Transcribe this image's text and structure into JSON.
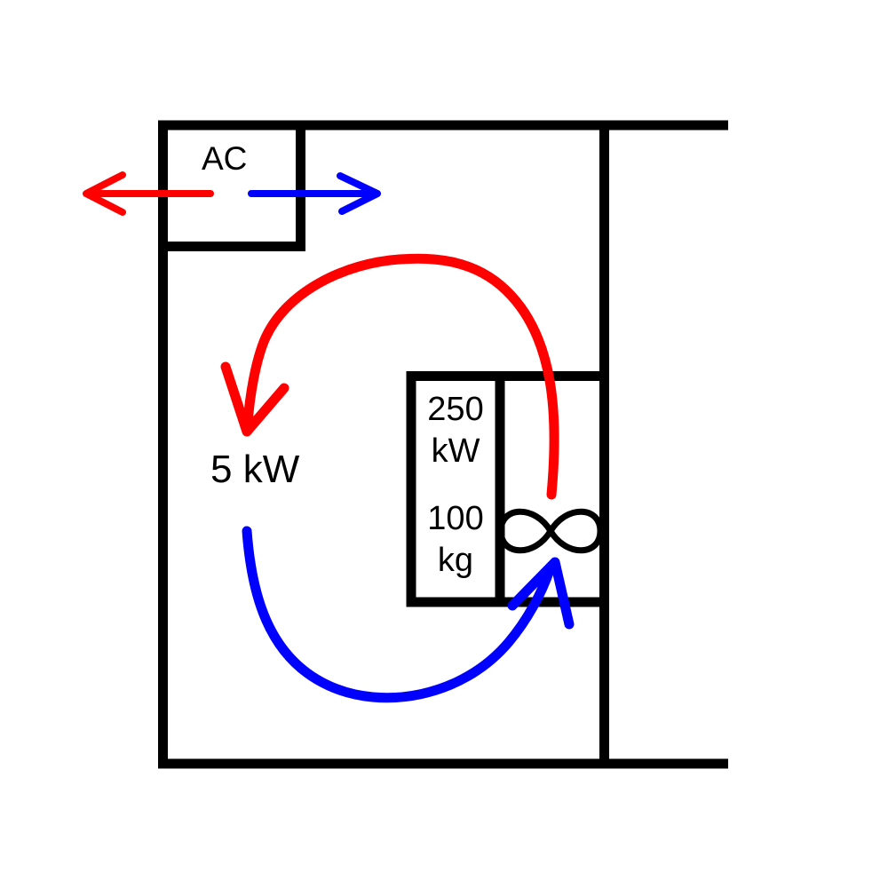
{
  "diagram": {
    "kind": "air-conditioning room schematic",
    "labels": {
      "ac_unit": "AC",
      "device_power": "250\nkW",
      "device_mass": "100\nkg",
      "heat_load": "5 kW"
    },
    "icons": {
      "fan": "infinity-symbol"
    },
    "colors": {
      "hot_flow": "#ff0000",
      "cold_flow": "#0000ff",
      "structure": "#000000",
      "background": "#ffffff"
    }
  }
}
